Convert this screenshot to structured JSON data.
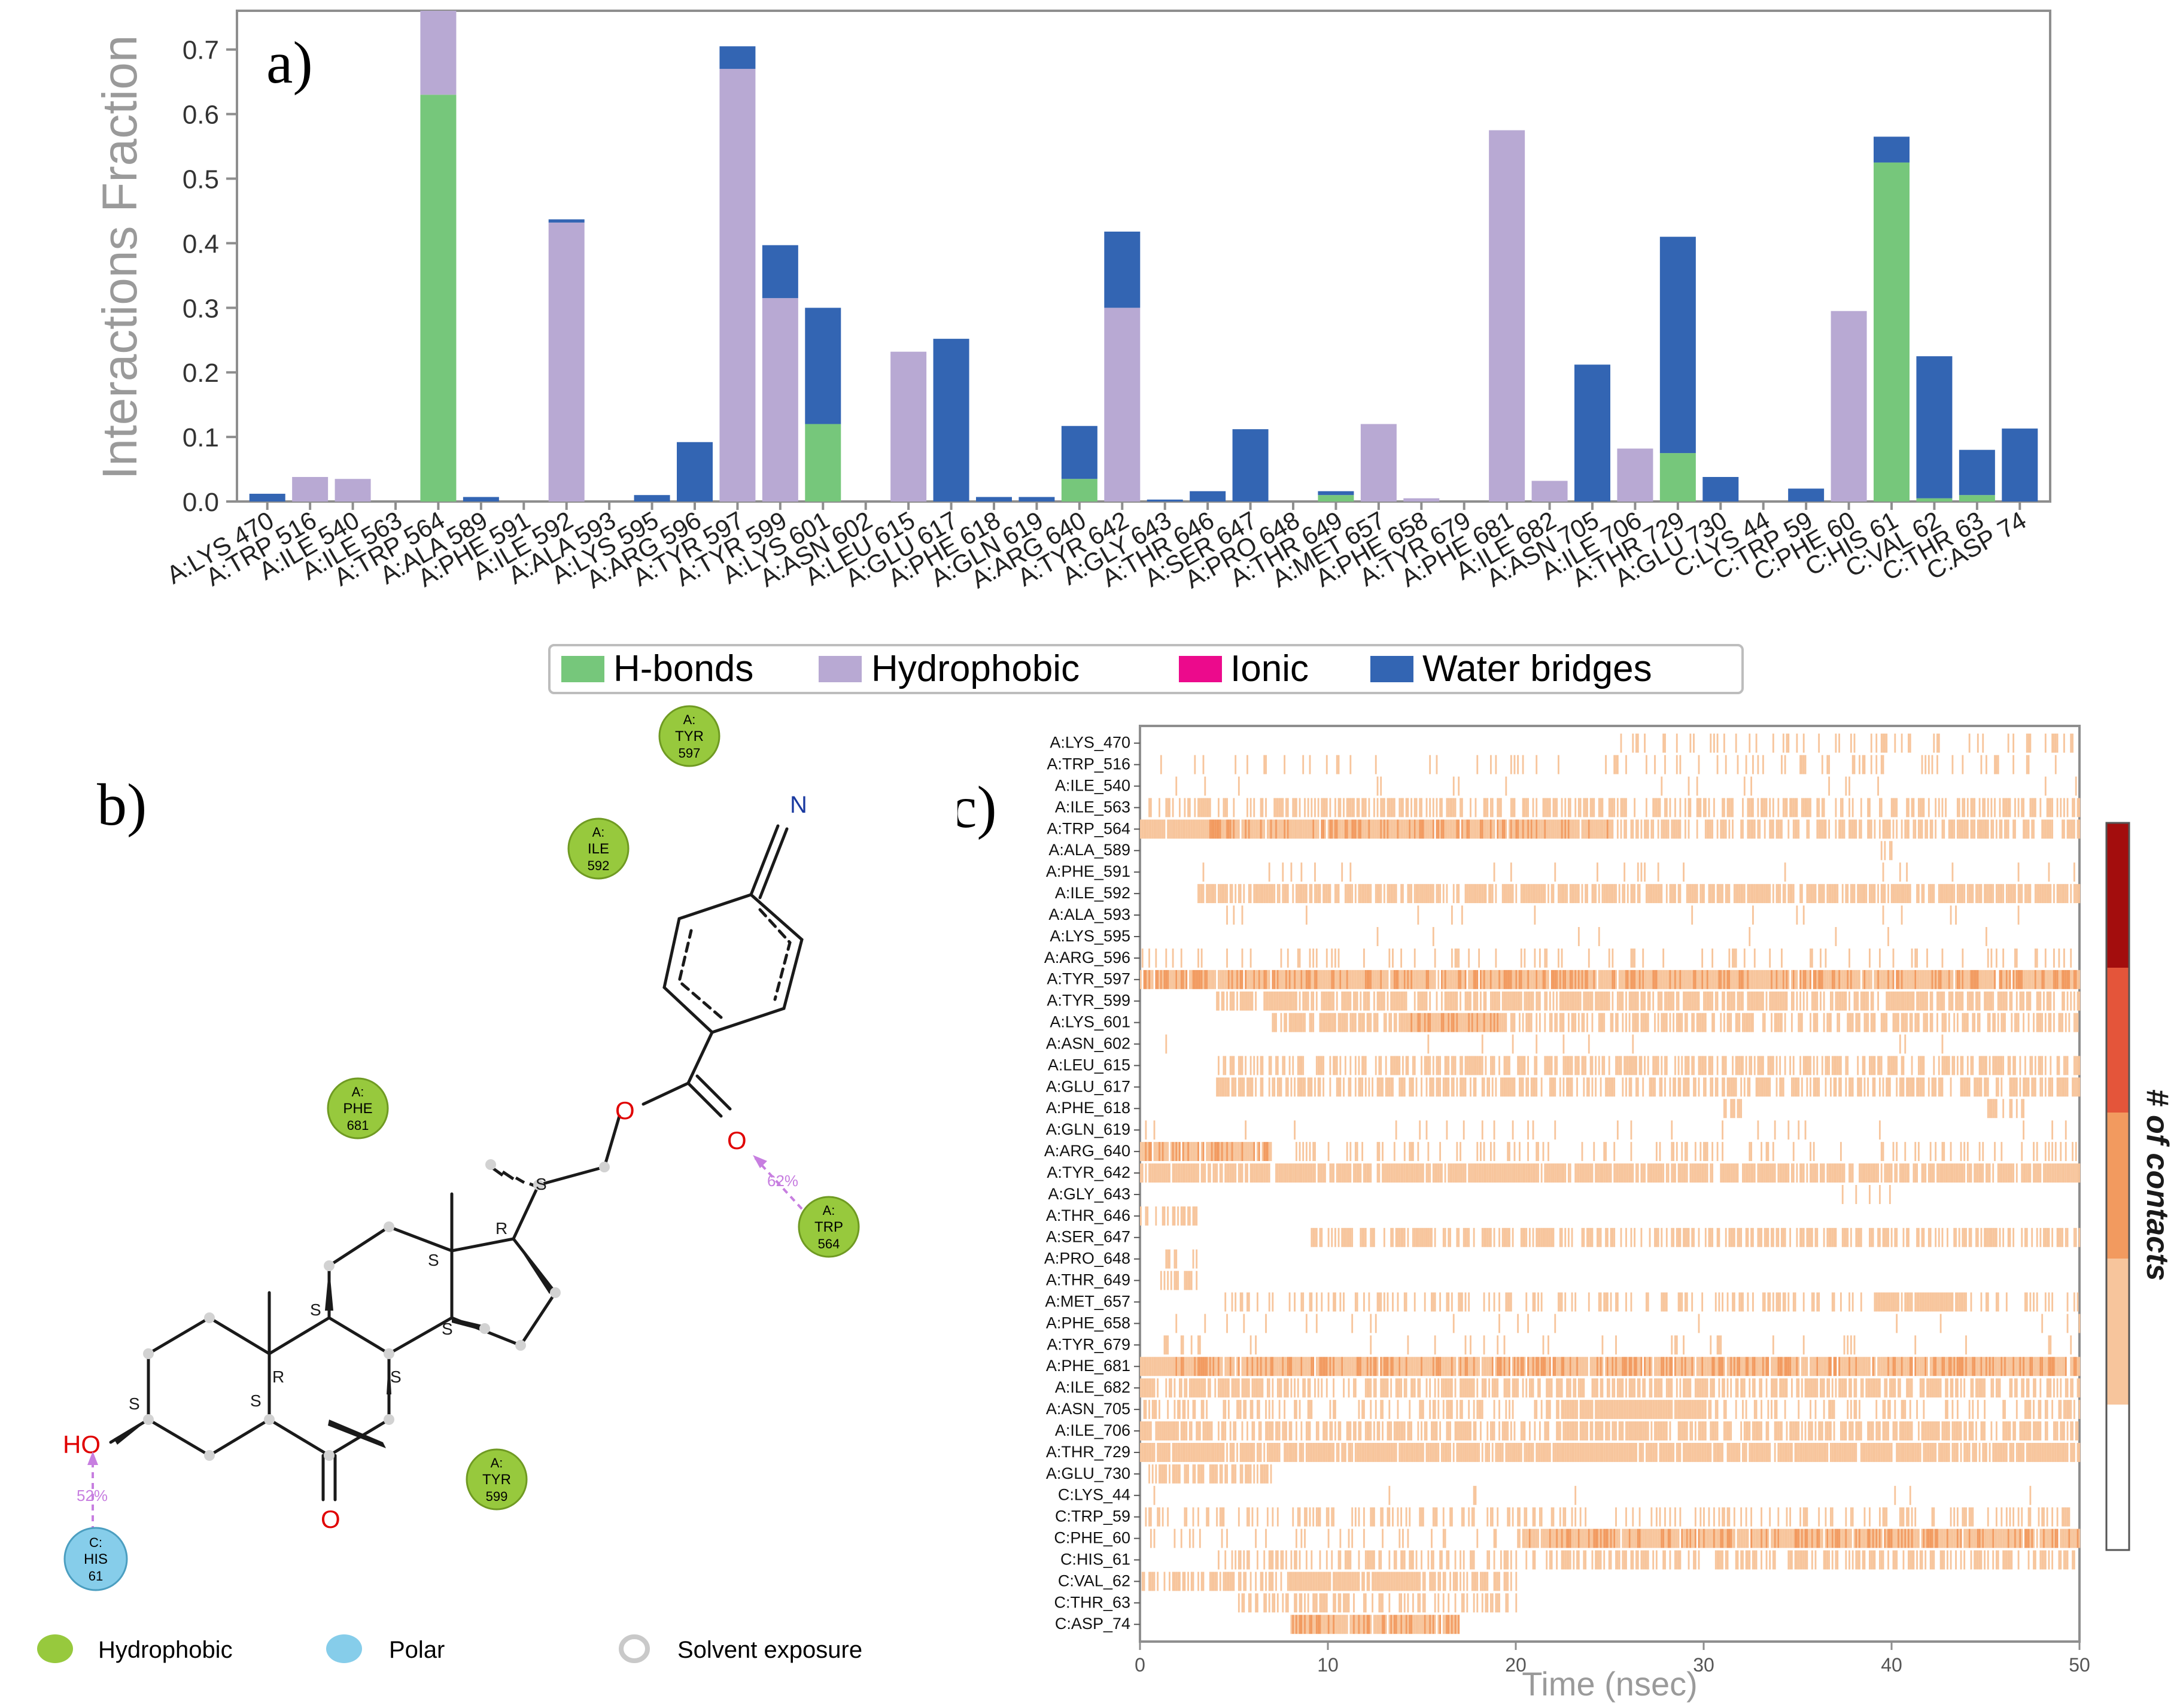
{
  "colors": {
    "hbond": "#76c77b",
    "hydrophobic": "#b8a9d3",
    "ionic": "#ec0a8c",
    "water": "#3365b3",
    "frame": "#8e8e8e",
    "hydrophobic_node": "#97c93d",
    "polar_node": "#86cdea",
    "solvent_node": "#c9c9c9",
    "heat_1": "#f7c59c",
    "heat_2": "#f29a5f",
    "heat_3": "#e4553a",
    "heat_4": "#a30d0d"
  },
  "chart_data": [
    {
      "panel": "a)",
      "type": "bar",
      "stacked": true,
      "ylabel": "Interactions Fraction",
      "ylim": [
        0,
        0.76
      ],
      "yticks": [
        "0.0",
        "0.1",
        "0.2",
        "0.3",
        "0.4",
        "0.5",
        "0.6",
        "0.7"
      ],
      "legend_position": "bottom-center",
      "categories": [
        "A:LYS_470",
        "A:TRP_516",
        "A:ILE_540",
        "A:ILE_563",
        "A:TRP_564",
        "A:ALA_589",
        "A:PHE_591",
        "A:ILE_592",
        "A:ALA_593",
        "A:LYS_595",
        "A:ARG_596",
        "A:TYR_597",
        "A:TYR_599",
        "A:LYS_601",
        "A:ASN_602",
        "A:LEU_615",
        "A:GLU_617",
        "A:PHE_618",
        "A:GLN_619",
        "A:ARG_640",
        "A:TYR_642",
        "A:GLY_643",
        "A:THR_646",
        "A:SER_647",
        "A:PRO_648",
        "A:THR_649",
        "A:MET_657",
        "A:PHE_658",
        "A:TYR_679",
        "A:PHE_681",
        "A:ILE_682",
        "A:ASN_705",
        "A:ILE_706",
        "A:THR_729",
        "A:GLU_730",
        "C:LYS_44",
        "C:TRP_59",
        "C:PHE_60",
        "C:HIS_61",
        "C:VAL_62",
        "C:THR_63",
        "C:ASP_74"
      ],
      "series": [
        {
          "name": "H-bonds",
          "values": [
            0,
            0,
            0,
            0,
            0.63,
            0,
            0,
            0,
            0,
            0,
            0,
            0,
            0,
            0.12,
            0,
            0,
            0,
            0,
            0,
            0.035,
            0,
            0,
            0,
            0,
            0,
            0.01,
            0,
            0,
            0,
            0,
            0,
            0,
            0,
            0.075,
            0,
            0,
            0,
            0,
            0.525,
            0.005,
            0.01,
            0
          ]
        },
        {
          "name": "Hydrophobic",
          "values": [
            0,
            0.038,
            0.035,
            0,
            0.13,
            0,
            0,
            0.432,
            0,
            0,
            0,
            0.67,
            0.315,
            0,
            0,
            0.232,
            0,
            0,
            0,
            0,
            0.3,
            0,
            0,
            0,
            0,
            0,
            0.12,
            0.005,
            0,
            0.575,
            0.032,
            0,
            0.082,
            0,
            0,
            0,
            0,
            0.295,
            0,
            0,
            0,
            0
          ]
        },
        {
          "name": "Ionic",
          "values": [
            0,
            0,
            0,
            0,
            0,
            0,
            0,
            0,
            0,
            0,
            0,
            0,
            0,
            0,
            0,
            0,
            0,
            0,
            0,
            0,
            0,
            0,
            0,
            0,
            0,
            0,
            0,
            0,
            0,
            0,
            0,
            0,
            0,
            0,
            0,
            0,
            0,
            0,
            0,
            0,
            0,
            0
          ]
        },
        {
          "name": "Water bridges",
          "values": [
            0.012,
            0,
            0,
            0,
            0,
            0.007,
            0,
            0.005,
            0,
            0.01,
            0.092,
            0.035,
            0.082,
            0.18,
            0,
            0,
            0.252,
            0.007,
            0.007,
            0.082,
            0.118,
            0.003,
            0.016,
            0.112,
            0,
            0.006,
            0,
            0,
            0,
            0,
            0,
            0.212,
            0,
            0.335,
            0.038,
            0,
            0.02,
            0,
            0.04,
            0.22,
            0.07,
            0.113
          ]
        }
      ]
    },
    {
      "panel": "c)",
      "type": "heatmap",
      "xlabel": "Time (nsec)",
      "xlim": [
        0,
        50
      ],
      "xticks": [
        "0",
        "10",
        "20",
        "30",
        "40",
        "50"
      ],
      "colorbar_label": "# of contacts",
      "rows": [
        "A:LYS_470",
        "A:TRP_516",
        "A:ILE_540",
        "A:ILE_563",
        "A:TRP_564",
        "A:ALA_589",
        "A:PHE_591",
        "A:ILE_592",
        "A:ALA_593",
        "A:LYS_595",
        "A:ARG_596",
        "A:TYR_597",
        "A:TYR_599",
        "A:LYS_601",
        "A:ASN_602",
        "A:LEU_615",
        "A:GLU_617",
        "A:PHE_618",
        "A:GLN_619",
        "A:ARG_640",
        "A:TYR_642",
        "A:GLY_643",
        "A:THR_646",
        "A:SER_647",
        "A:PRO_648",
        "A:THR_649",
        "A:MET_657",
        "A:PHE_658",
        "A:TYR_679",
        "A:PHE_681",
        "A:ILE_682",
        "A:ASN_705",
        "A:ILE_706",
        "A:THR_729",
        "A:GLU_730",
        "C:LYS_44",
        "C:TRP_59",
        "C:PHE_60",
        "C:HIS_61",
        "C:VAL_62",
        "C:THR_63",
        "C:ASP_74"
      ],
      "occupancy_segments": [
        [
          [
            25,
            50,
            0.25
          ]
        ],
        [
          [
            0,
            50,
            0.08
          ],
          [
            25,
            40,
            0.25
          ]
        ],
        [
          [
            0,
            50,
            0.03
          ]
        ],
        [
          [
            0,
            50,
            0.5
          ]
        ],
        [
          [
            0,
            3,
            0.9
          ],
          [
            3,
            25,
            0.97
          ],
          [
            25,
            40,
            0.6
          ],
          [
            40,
            50,
            0.7
          ]
        ],
        [
          [
            39,
            40,
            0.3
          ]
        ],
        [
          [
            0,
            50,
            0.05
          ]
        ],
        [
          [
            3,
            50,
            0.75
          ]
        ],
        [
          [
            0,
            50,
            0.02
          ]
        ],
        [
          [
            0,
            50,
            0.02
          ]
        ],
        [
          [
            0,
            50,
            0.15
          ]
        ],
        [
          [
            0,
            50,
            0.95
          ]
        ],
        [
          [
            4,
            50,
            0.7
          ]
        ],
        [
          [
            7,
            50,
            0.6
          ],
          [
            14,
            19,
            1.0
          ]
        ],
        [
          [
            0,
            50,
            0.02
          ]
        ],
        [
          [
            4,
            50,
            0.55
          ]
        ],
        [
          [
            4,
            50,
            0.6
          ]
        ],
        [
          [
            31,
            32,
            0.5
          ],
          [
            45,
            47,
            0.5
          ]
        ],
        [
          [
            0,
            50,
            0.05
          ]
        ],
        [
          [
            0,
            7,
            0.95
          ],
          [
            7,
            50,
            0.2
          ]
        ],
        [
          [
            0,
            50,
            0.85
          ]
        ],
        [
          [
            36,
            40,
            0.1
          ]
        ],
        [
          [
            0,
            3,
            0.5
          ]
        ],
        [
          [
            9,
            50,
            0.55
          ]
        ],
        [
          [
            1,
            3,
            0.2
          ]
        ],
        [
          [
            1,
            3,
            0.6
          ]
        ],
        [
          [
            4,
            50,
            0.35
          ],
          [
            39,
            44,
            0.9
          ]
        ],
        [
          [
            0,
            50,
            0.03
          ]
        ],
        [
          [
            0,
            50,
            0.05
          ]
        ],
        [
          [
            0,
            50,
            0.95
          ]
        ],
        [
          [
            0,
            50,
            0.6
          ]
        ],
        [
          [
            0,
            50,
            0.35
          ],
          [
            22,
            30,
            0.9
          ]
        ],
        [
          [
            0,
            50,
            0.65
          ]
        ],
        [
          [
            0,
            50,
            0.9
          ]
        ],
        [
          [
            0,
            7,
            0.6
          ]
        ],
        [
          [
            0,
            50,
            0.02
          ]
        ],
        [
          [
            0,
            50,
            0.3
          ]
        ],
        [
          [
            20,
            50,
            0.95
          ],
          [
            0,
            20,
            0.2
          ]
        ],
        [
          [
            4,
            50,
            0.45
          ]
        ],
        [
          [
            0,
            20,
            0.6
          ],
          [
            8,
            16,
            0.9
          ]
        ],
        [
          [
            5,
            20,
            0.5
          ]
        ],
        [
          [
            8,
            17,
            0.95
          ]
        ]
      ]
    }
  ],
  "panel_b": {
    "label": "b)",
    "residues": [
      {
        "chain": "A:",
        "name": "TYR",
        "num": "597",
        "kind": "hydrophobic"
      },
      {
        "chain": "A:",
        "name": "ILE",
        "num": "592",
        "kind": "hydrophobic"
      },
      {
        "chain": "A:",
        "name": "PHE",
        "num": "681",
        "kind": "hydrophobic"
      },
      {
        "chain": "A:",
        "name": "TRP",
        "num": "564",
        "kind": "hydrophobic"
      },
      {
        "chain": "A:",
        "name": "TYR",
        "num": "599",
        "kind": "hydrophobic"
      },
      {
        "chain": "C:",
        "name": "HIS",
        "num": "61",
        "kind": "polar"
      }
    ],
    "atoms": {
      "N": "N",
      "O_ester": "O",
      "O_carbonyl": "O",
      "O_ketone": "O",
      "HO": "HO"
    },
    "stereo": [
      "S",
      "S",
      "R",
      "S",
      "S",
      "R",
      "S",
      "S",
      "S",
      "S",
      "S"
    ],
    "hbond_labels": [
      "62%",
      "52%"
    ],
    "legend": [
      "Hydrophobic",
      "Polar",
      "Solvent exposure"
    ]
  }
}
